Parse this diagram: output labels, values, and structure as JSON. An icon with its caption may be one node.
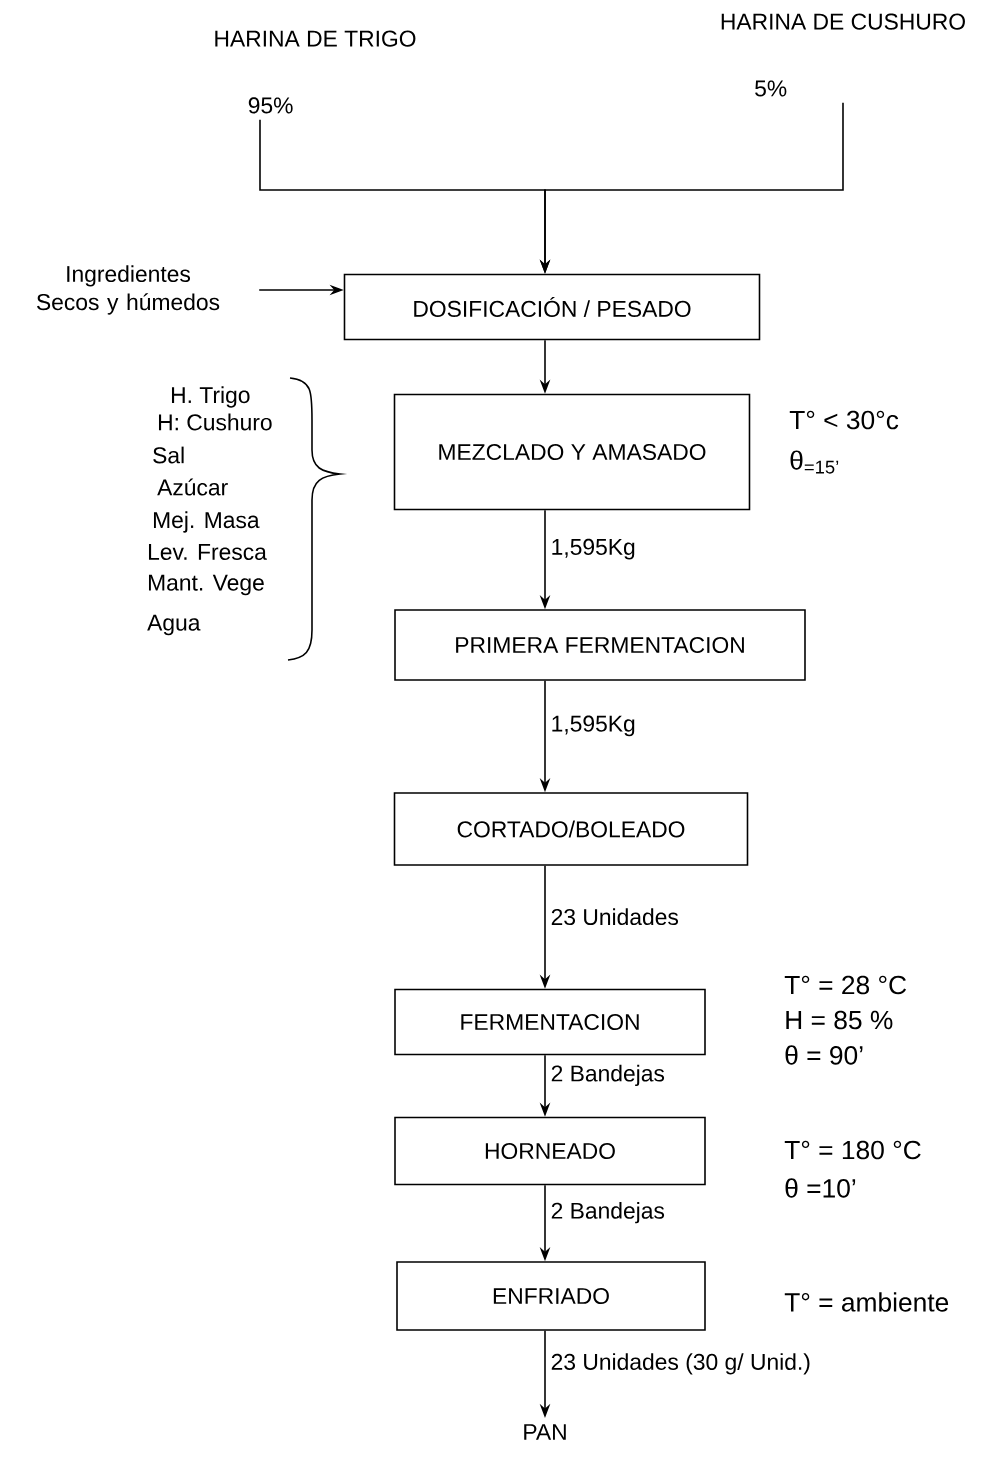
{
  "diagram": {
    "nodes": [
      {
        "text": [
          "HARINA DE TRIGO",
          "95%"
        ]
      },
      {
        "text": [
          "HARINA DE CUSHURO",
          "5%"
        ]
      },
      {
        "text": [
          "Ingredientes Secos y húmedos"
        ]
      },
      {
        "text": [
          "DOSIFICACIÓN / PESADO"
        ]
      },
      {
        "text": [
          "MEZCLADO Y AMASADO"
        ],
        "beside": [
          "T° < 30°c",
          "θ$_{=15’}$"
        ]
      },
      {
        "text": [
          "PRIMERA FERMENTACION"
        ]
      },
      {
        "text": [
          "CORTADO/BOLEADO"
        ]
      },
      {
        "text": [
          "FERMENTACION"
        ],
        "beside": [
          "T° = 28 °C",
          "H = 85 %",
          "θ = 90’"
        ]
      },
      {
        "text": [
          "HORNEADO"
        ],
        "beside": [
          "T° =  180 °C",
          "θ =10’"
        ]
      },
      {
        "text": [
          "ENFRIADO"
        ],
        "beside": [
          "T° = ambiente"
        ]
      },
      {
        "text": [
          "PAN"
        ]
      }
    ],
    "edges": [
      {
        "from": 0,
        "to": 3,
        "arrow": "to"
      },
      {
        "from": 1,
        "to": 3,
        "arrow": "to"
      },
      {
        "from": 2,
        "to": 3,
        "arrow": "to"
      },
      {
        "from": 3,
        "to": 4,
        "arrow": "to"
      },
      {
        "from": 4,
        "to": 5,
        "arrow": "to",
        "label": "1,595Kg"
      },
      {
        "from": 5,
        "to": 6,
        "arrow": "to",
        "label": "1,595Kg"
      },
      {
        "from": 6,
        "to": 7,
        "arrow": "to",
        "label": "23 Unidades"
      },
      {
        "from": 7,
        "to": 8,
        "arrow": "to",
        "label": "2 Bandejas"
      },
      {
        "from": 8,
        "to": 9,
        "arrow": "to",
        "label": "2 Bandejas"
      },
      {
        "from": 9,
        "to": 10,
        "arrow": "to",
        "label": "23 Unidades (30 g/ Unid.)"
      }
    ],
    "labels": [
      "H. Trigo",
      "H: Cushuro",
      "Sal",
      "Azúcar",
      "Mej. Masa",
      "Lev. Fresca",
      "Mant. Vege",
      "Agua"
    ]
  }
}
